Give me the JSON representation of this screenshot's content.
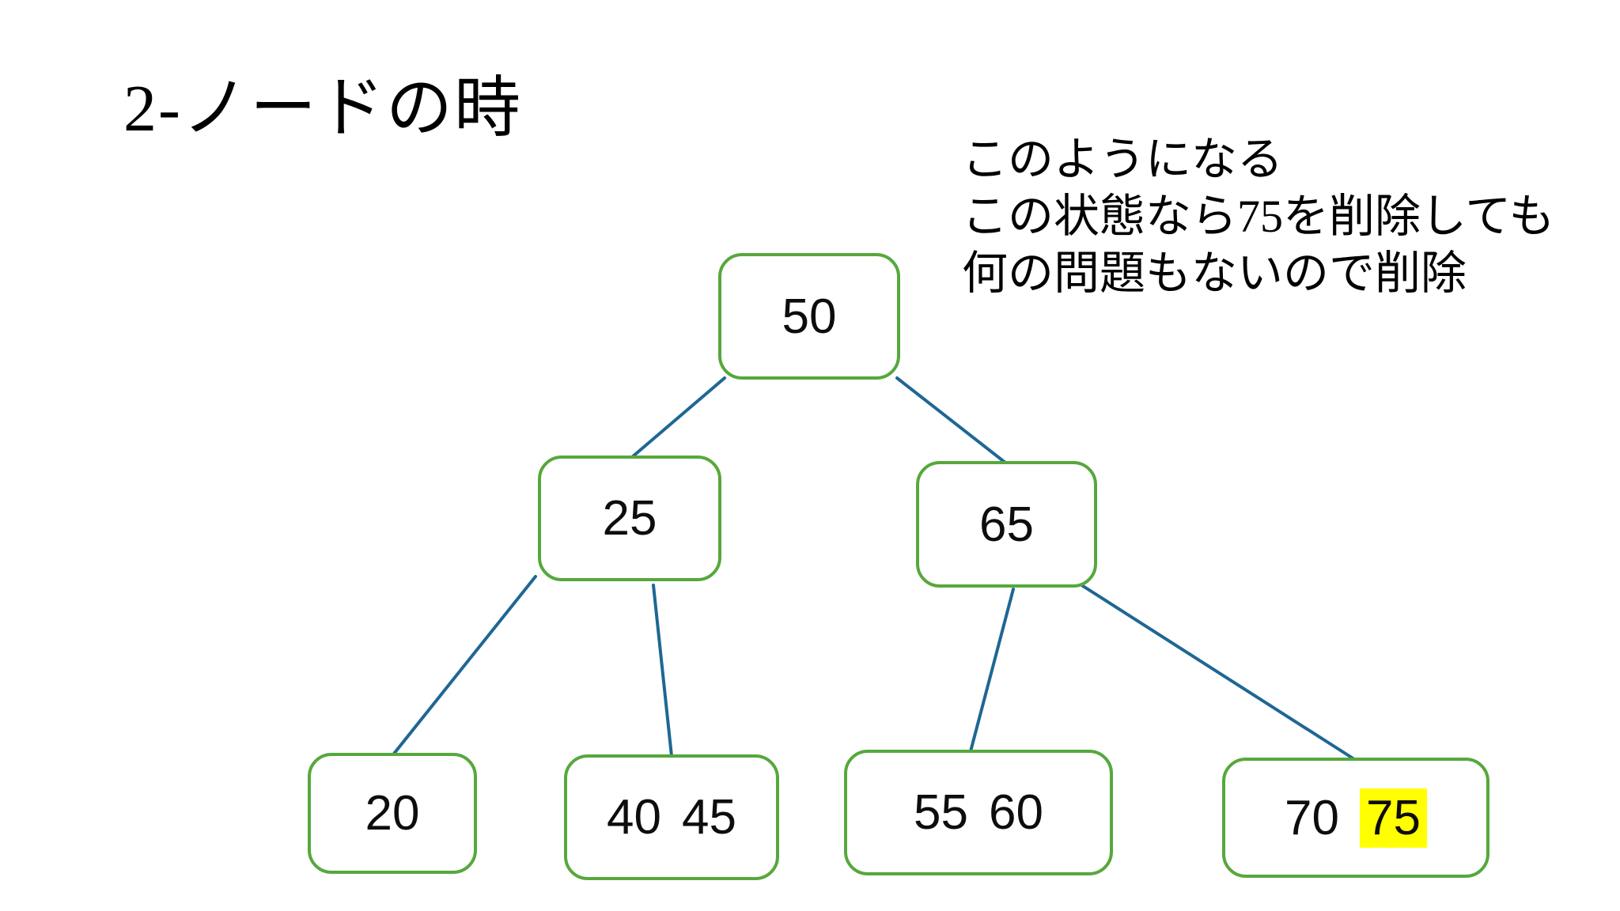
{
  "slide": {
    "title": "2-ノードの時",
    "annotation_lines": [
      "このようになる",
      "この状態なら75を削除しても",
      "何の問題もないので削除"
    ]
  },
  "tree": {
    "nodes": [
      {
        "values": [
          "50"
        ]
      },
      {
        "values": [
          "25"
        ]
      },
      {
        "values": [
          "65"
        ]
      },
      {
        "values": [
          "20"
        ]
      },
      {
        "values": [
          "40",
          "45"
        ]
      },
      {
        "values": [
          "55",
          "60"
        ]
      },
      {
        "values": [
          "70",
          "75"
        ],
        "highlighted_value": "75"
      }
    ]
  },
  "colors": {
    "node_border": "#56a83c",
    "edge_line": "#1e6794",
    "highlight": "#ffff00",
    "text": "#000000",
    "background": "#ffffff"
  }
}
